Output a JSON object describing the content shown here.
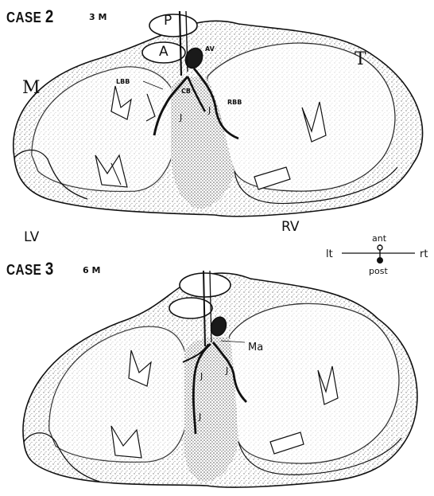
{
  "case2": {
    "title": "CASE",
    "number": "2",
    "age": "3 M",
    "labels": {
      "P": "P",
      "A": "A",
      "AV": "AV",
      "T": "T",
      "M": "M",
      "LBB": "LBB",
      "CB": "CB",
      "RBB": "RBB",
      "J1": "J",
      "J2": "J",
      "LV": "LV",
      "RV": "RV"
    }
  },
  "case3": {
    "title": "CASE",
    "number": "3",
    "age": "6 M",
    "labels": {
      "Ma": "Ma",
      "J1": "J",
      "J2": "J",
      "J3": "J"
    }
  },
  "orientation": {
    "lt": "lt",
    "rt": "rt",
    "ant": "ant",
    "post": "post"
  },
  "colors": {
    "ink": "#111111",
    "stipple": "#9a9a9a",
    "paper": "#ffffff"
  }
}
